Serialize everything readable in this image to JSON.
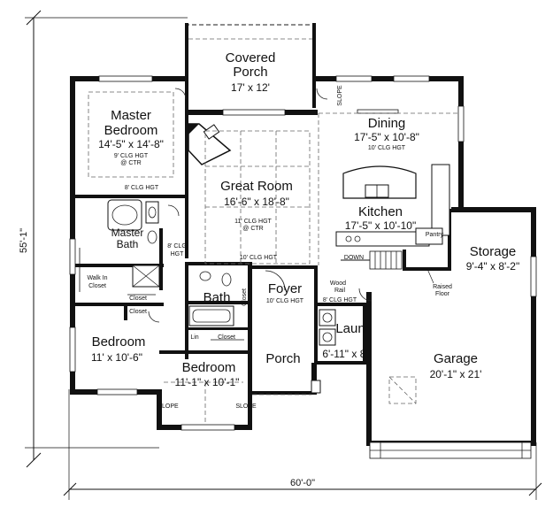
{
  "dimensions": {
    "width": "60'-0\"",
    "depth": "55'-1\""
  },
  "rooms": {
    "covered_porch": {
      "name_line1": "Covered",
      "name_line2": "Porch",
      "size": "17' x 12'"
    },
    "master_bedroom": {
      "name_line1": "Master",
      "name_line2": "Bedroom",
      "size": "14'-5\" x 14'-8\"",
      "ceiling_line1": "9' CLG HGT",
      "ceiling_line2": "@ CTR",
      "ceiling_note": "8' CLG HGT"
    },
    "great_room": {
      "name": "Great Room",
      "size": "16'-6\" x 18'-8\"",
      "ceiling_line1": "11' CLG HGT",
      "ceiling_line2": "@ CTR",
      "ceiling_note": "10' CLG HGT"
    },
    "dining": {
      "name": "Dining",
      "size": "17'-5\" x 10'-8\"",
      "ceiling": "10' CLG HGT"
    },
    "kitchen": {
      "name": "Kitchen",
      "size": "17'-5\" x 10'-10\""
    },
    "master_bath": {
      "name_line1": "Master",
      "name_line2": "Bath",
      "ceiling_line1": "8' CLG",
      "ceiling_line2": "HGT"
    },
    "walk_in_closet": {
      "line1": "Walk In",
      "line2": "Closet"
    },
    "storage": {
      "name": "Storage",
      "size": "9'-4\" x 8'-2\""
    },
    "bath": {
      "name": "Bath"
    },
    "foyer": {
      "name": "Foyer",
      "ceiling": "10' CLG HGT"
    },
    "laun": {
      "name": "Laun",
      "size": "6'-11\" x 8'",
      "ceiling": "8' CLG HGT"
    },
    "bedroom1": {
      "name": "Bedroom",
      "size": "11' x 10'-6\""
    },
    "bedroom2": {
      "name": "Bedroom",
      "size": "11'-1\" x 10'-1\""
    },
    "porch": {
      "name": "Porch"
    },
    "garage": {
      "name": "Garage",
      "size": "20'-1\" x 21'"
    }
  },
  "notes": {
    "slope": "SLOPE",
    "down": "DOWN",
    "wood_rail_line1": "Wood",
    "wood_rail_line2": "Rail",
    "pantry": "Pantry",
    "raised_floor_line1": "Raised",
    "raised_floor_line2": "Floor",
    "closet": "Closet",
    "lin": "Lin"
  }
}
